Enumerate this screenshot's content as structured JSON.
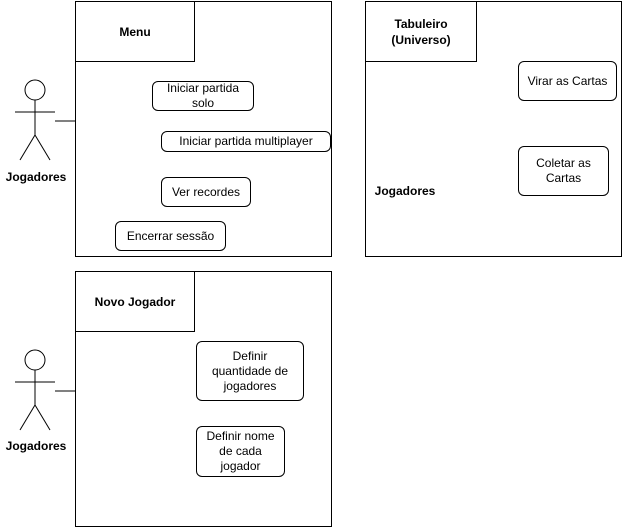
{
  "frames": {
    "menu": {
      "title": "Menu"
    },
    "tabuleiro": {
      "title": "Tabuleiro\n(Universo)"
    },
    "novo_jogador": {
      "title": "Novo Jogador"
    }
  },
  "actors": {
    "menu": "Jogadores",
    "tabuleiro": "Jogadores",
    "novo_jogador": "Jogadores"
  },
  "use_cases": {
    "menu": [
      "Iniciar partida\nsolo",
      "Iniciar partida multiplayer",
      "Ver recordes",
      "Encerrar sessão"
    ],
    "tabuleiro": [
      "Virar as Cartas",
      "Coletar as\nCartas"
    ],
    "novo_jogador": [
      "Definir\nquantidade de\njogadores",
      "Definir nome\nde cada\njogador"
    ]
  }
}
